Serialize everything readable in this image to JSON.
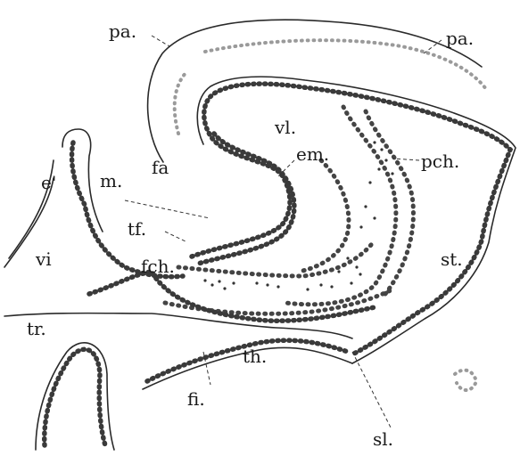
{
  "labels": {
    "pa_left": "pa.",
    "pa_right": "pa.",
    "vl": "vl.",
    "em": "em.",
    "pch": "pch.",
    "fa": "fa",
    "m": "m.",
    "e_prime": "e'",
    "tf": "tf.",
    "fch": "fch.",
    "st": "st.",
    "vi": "vi",
    "tr": "tr.",
    "th": "th.",
    "fi": "fi.",
    "sl": "sl."
  }
}
